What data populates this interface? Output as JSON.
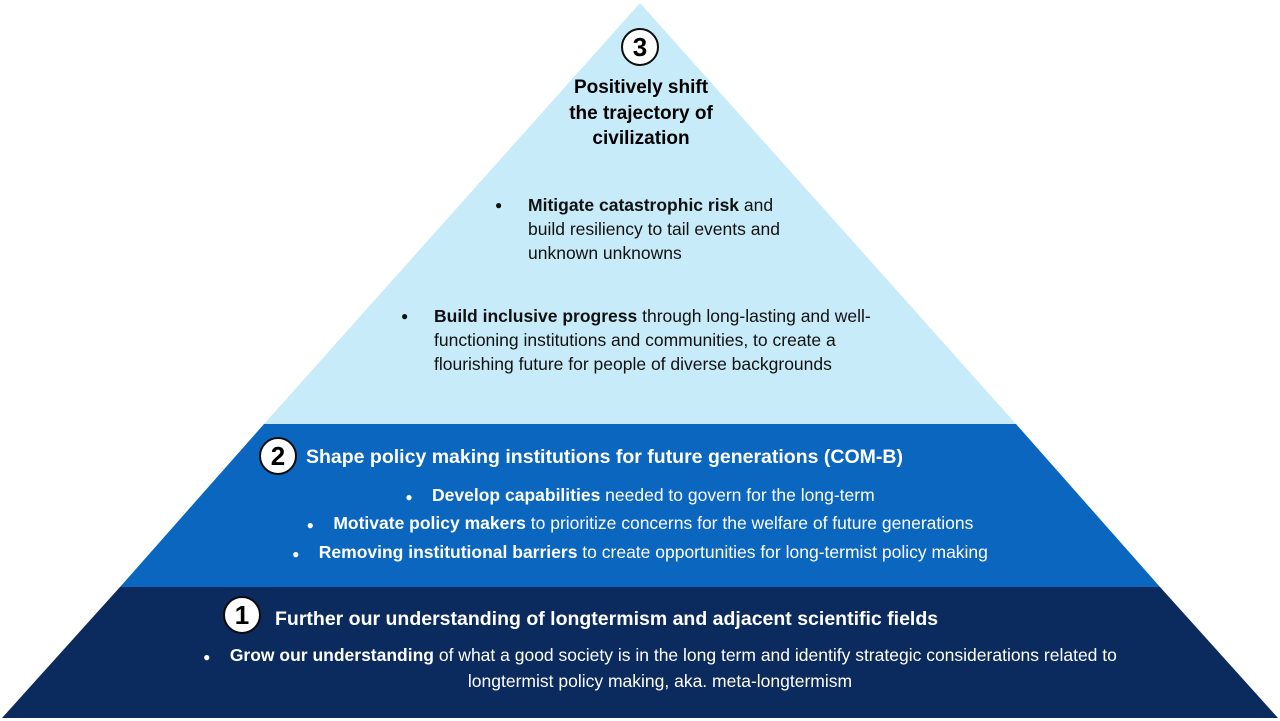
{
  "colors": {
    "tier3_fill": "#c8ebf9",
    "tier2_fill": "#0a66bf",
    "tier1_fill": "#0b2a5e",
    "badge_fill": "#ffffff",
    "badge_border": "#0d0d0d"
  },
  "tier3": {
    "number": "3",
    "title": "Positively shift the trajectory of civilization",
    "bullets": [
      {
        "bold": "Mitigate catastrophic risk",
        "text": " and build resiliency to tail events and unknown unknowns"
      },
      {
        "bold": "Build inclusive progress",
        "text": " through long-lasting and well-functioning institutions and communities, to create a flourishing future for people of diverse backgrounds"
      }
    ]
  },
  "tier2": {
    "number": "2",
    "title": "Shape policy making institutions for future generations (COM-B)",
    "bullets": [
      {
        "bold": "Develop capabilities",
        "text": " needed to govern for the long-term"
      },
      {
        "bold": "Motivate policy makers",
        "text": " to prioritize concerns for the welfare of future generations"
      },
      {
        "bold": "Removing institutional barriers",
        "text": " to create opportunities for long-termist policy making"
      }
    ]
  },
  "tier1": {
    "number": "1",
    "title": "Further our understanding of longtermism and adjacent scientific fields",
    "bullets": [
      {
        "bold": "Grow our understanding",
        "text": " of what a good society is in the long term and identify strategic considerations related to longtermist policy making, aka. meta-longtermism"
      }
    ]
  }
}
